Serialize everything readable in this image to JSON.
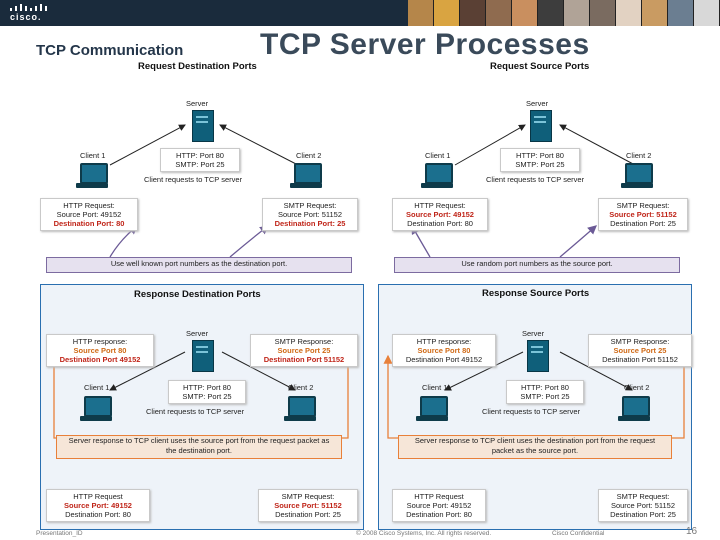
{
  "header": {
    "logo_text": "cisco.",
    "photo_colors": [
      "#b5864a",
      "#d9a441",
      "#5a4034",
      "#8f6b4f",
      "#c98f5f",
      "#3d3d3d",
      "#b0a397",
      "#7a6b60",
      "#e2d2c2",
      "#c99b62",
      "#6b7e91",
      "#d8d8d8"
    ]
  },
  "section_title": "TCP Communication",
  "main_title": "TCP Server Processes",
  "labels": {
    "server": "Server",
    "client1": "Client 1",
    "client2": "Client 2",
    "svc_http": "HTTP: Port 80",
    "svc_smtp": "SMTP: Port 25",
    "client_requests": "Client requests to TCP server"
  },
  "panels": {
    "tl": {
      "title": "Request Destination Ports",
      "box_left": [
        "HTTP Request:",
        "Source Port: 49152",
        "Destination Port: 80"
      ],
      "box_right": [
        "SMTP Request:",
        "Source Port: 51152",
        "Destination Port: 25"
      ],
      "banner": "Use well known port numbers as the destination port."
    },
    "tr": {
      "title": "Request Source Ports",
      "box_left": [
        "HTTP Request:",
        "Source Port: 49152",
        "Destination Port: 80"
      ],
      "box_right": [
        "SMTP Request:",
        "Source Port: 51152",
        "Destination Port: 25"
      ],
      "banner": "Use random port numbers as the source port."
    },
    "bl": {
      "title": "Response Destination Ports",
      "box_left": [
        "HTTP response:",
        "Source Port 80",
        "Destination Port 49152"
      ],
      "box_right": [
        "SMTP Response:",
        "Source Port 25",
        "Destination Port 51152"
      ],
      "banner_l1": "Server response to TCP client uses the source port from the request packet as",
      "banner_l2": "the destination port.",
      "bottom_left": [
        "HTTP Request",
        "Source Port: 49152",
        "Destination Port: 80"
      ],
      "bottom_right": [
        "SMTP Request:",
        "Source Port: 51152",
        "Destination Port: 25"
      ]
    },
    "br": {
      "title": "Response Source Ports",
      "box_left": [
        "HTTP response:",
        "Source Port 80",
        "Destination Port 49152"
      ],
      "box_right": [
        "SMTP Response:",
        "Source Port 25",
        "Destination Port 51152"
      ],
      "banner_l1": "Server response to TCP client uses the destination port from the request",
      "banner_l2": "packet as the source port.",
      "bottom_left": [
        "HTTP Request",
        "Source Port: 49152",
        "Destination Port: 80"
      ],
      "bottom_right": [
        "SMTP Request:",
        "Source Port: 51152",
        "Destination Port: 25"
      ]
    }
  },
  "footer": {
    "left": "Presentation_ID",
    "center": "© 2008 Cisco Systems, Inc. All rights reserved.",
    "right": "Cisco Confidential",
    "page": "16"
  }
}
